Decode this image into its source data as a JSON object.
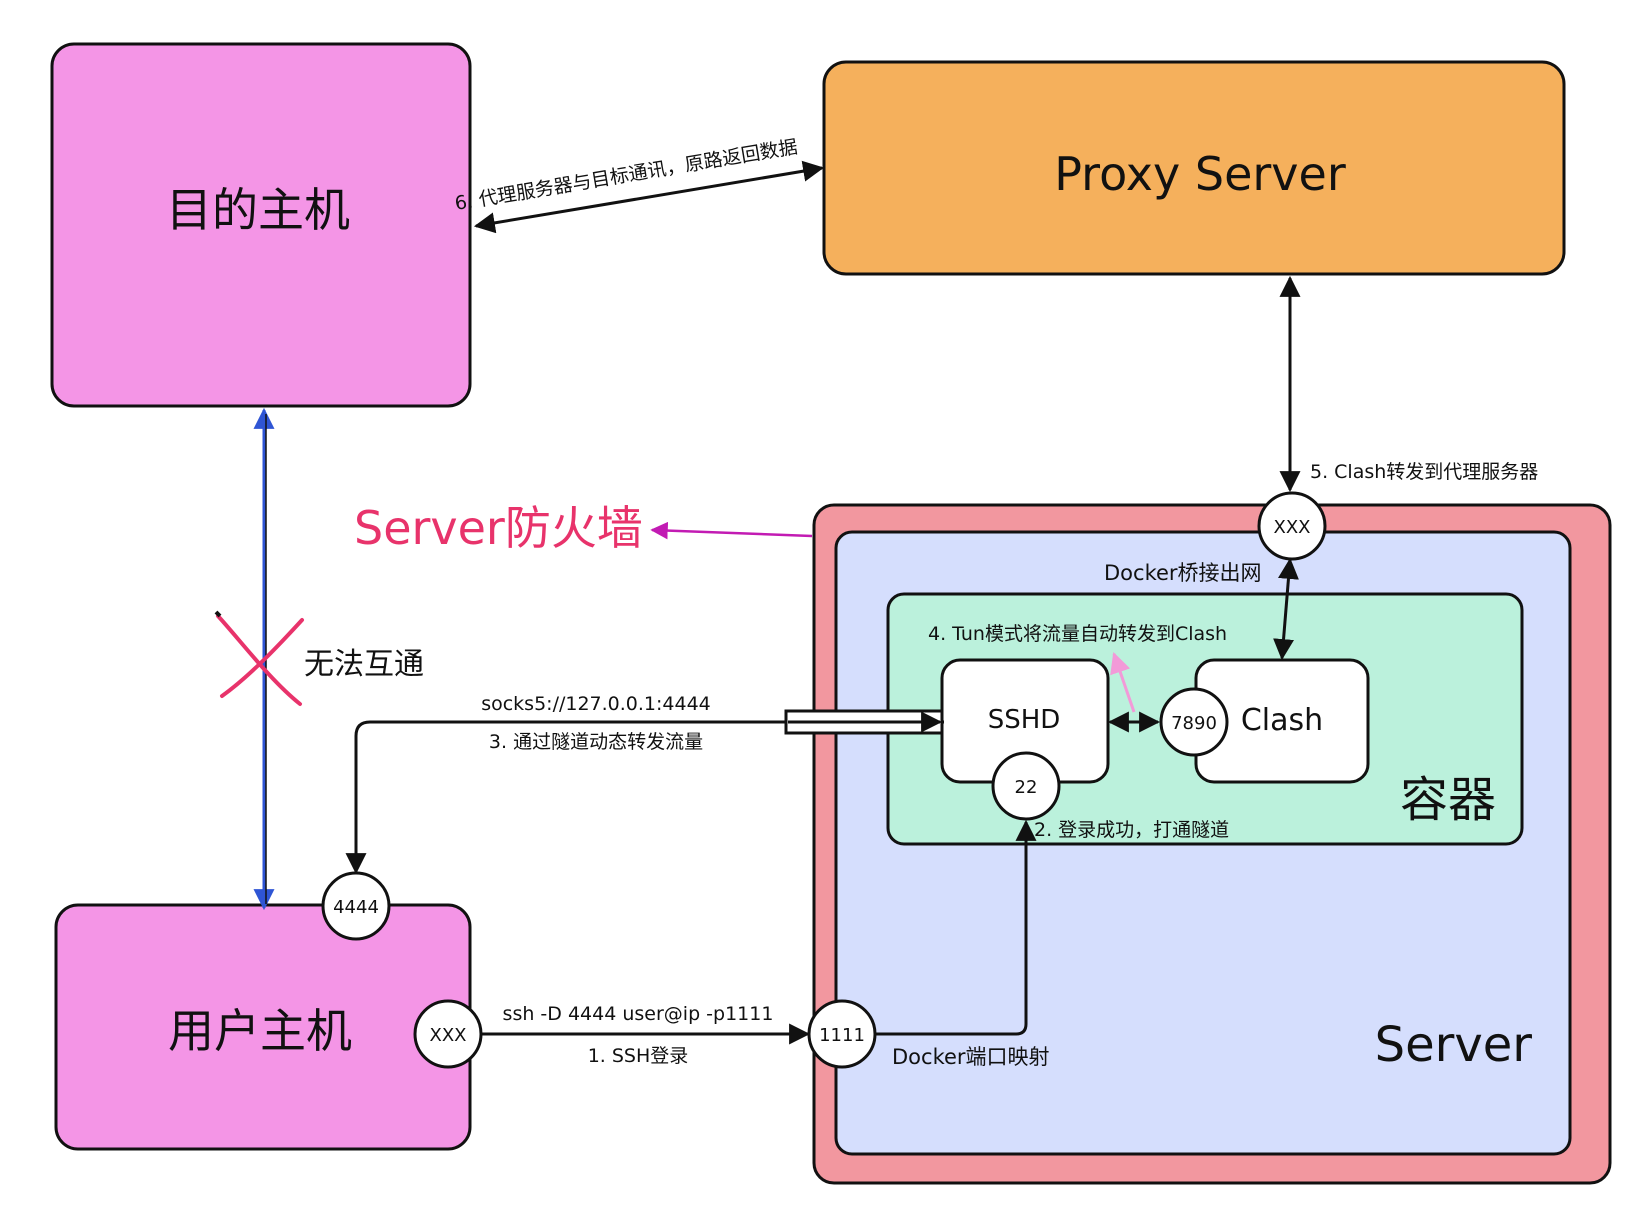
{
  "nodes": {
    "target_host": "目的主机",
    "proxy_server": "Proxy Server",
    "user_host": "用户主机",
    "server": "Server",
    "container": "容器",
    "sshd": "SSHD",
    "clash": "Clash"
  },
  "ports": {
    "user_local": "4444",
    "user_out": "XXX",
    "server_in": "1111",
    "sshd": "22",
    "clash": "7890",
    "server_out": "XXX"
  },
  "labels": {
    "firewall": "Server防火墙",
    "no_connect": "无法互通",
    "docker_bridge": "Docker桥接出网",
    "docker_port_map": "Docker端口映射",
    "ssh_cmd": "ssh -D 4444 user@ip -p1111",
    "socks_addr": "socks5://127.0.0.1:4444"
  },
  "steps": {
    "s1": "1.  SSH登录",
    "s2": "2.  登录成功，打通隧道",
    "s3": "3.  通过隧道动态转发流量",
    "s4": "4.  Tun模式将流量自动转发到Clash",
    "s5": "5.  Clash转发到代理服务器",
    "s6": "6.  代理服务器与目标通讯，原路返回数据"
  },
  "colors": {
    "host_fill": "#f495e6",
    "proxy_fill": "#f5b05c",
    "firewall_fill": "#f2979f",
    "server_fill": "#d5defd",
    "container_fill": "#bbf1dc",
    "firewall_label": "#e8336b",
    "cross": "#e8336b",
    "blue_link": "#2f55d4",
    "magenta_arrow": "#c21bb3",
    "pink_arrow": "#f29ad8"
  }
}
